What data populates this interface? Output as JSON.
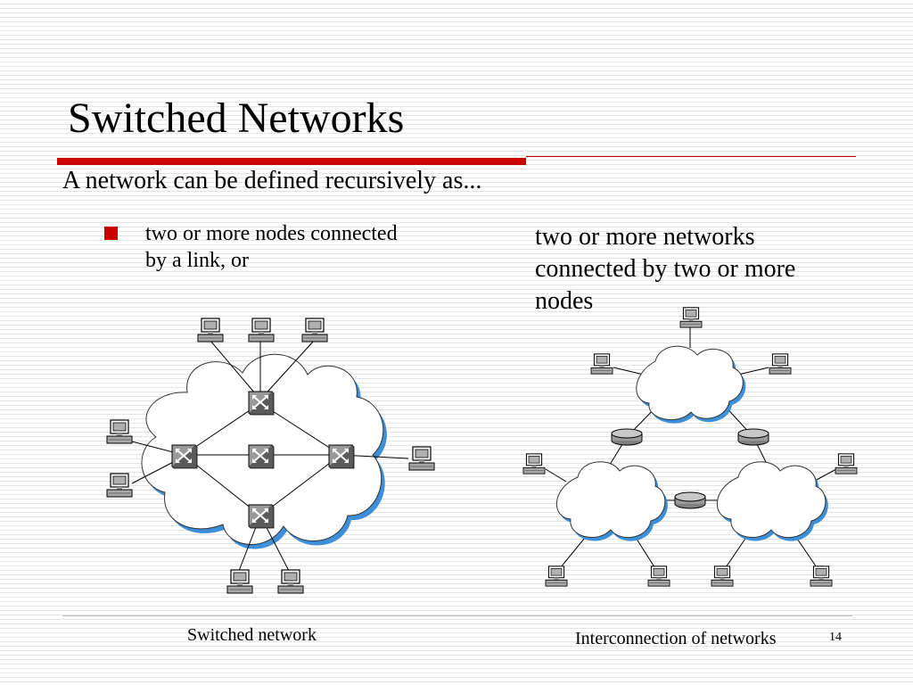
{
  "slide": {
    "title": "Switched Networks",
    "subtitle": "A network can be defined recursively as...",
    "bullet_left": "two or more nodes connected by a link, or",
    "text_right": "two or more networks connected by two or more nodes",
    "caption_left": "Switched network",
    "caption_right": "Interconnection of networks",
    "page_number": "14"
  },
  "colors": {
    "accent": "#cc0000",
    "cloud_fill": "#ffffff",
    "cloud_shadow": "#3d8fd8",
    "device": "#9a9a9a"
  },
  "icons": [
    "computer-icon",
    "switch-icon",
    "router-icon",
    "cloud-icon"
  ]
}
